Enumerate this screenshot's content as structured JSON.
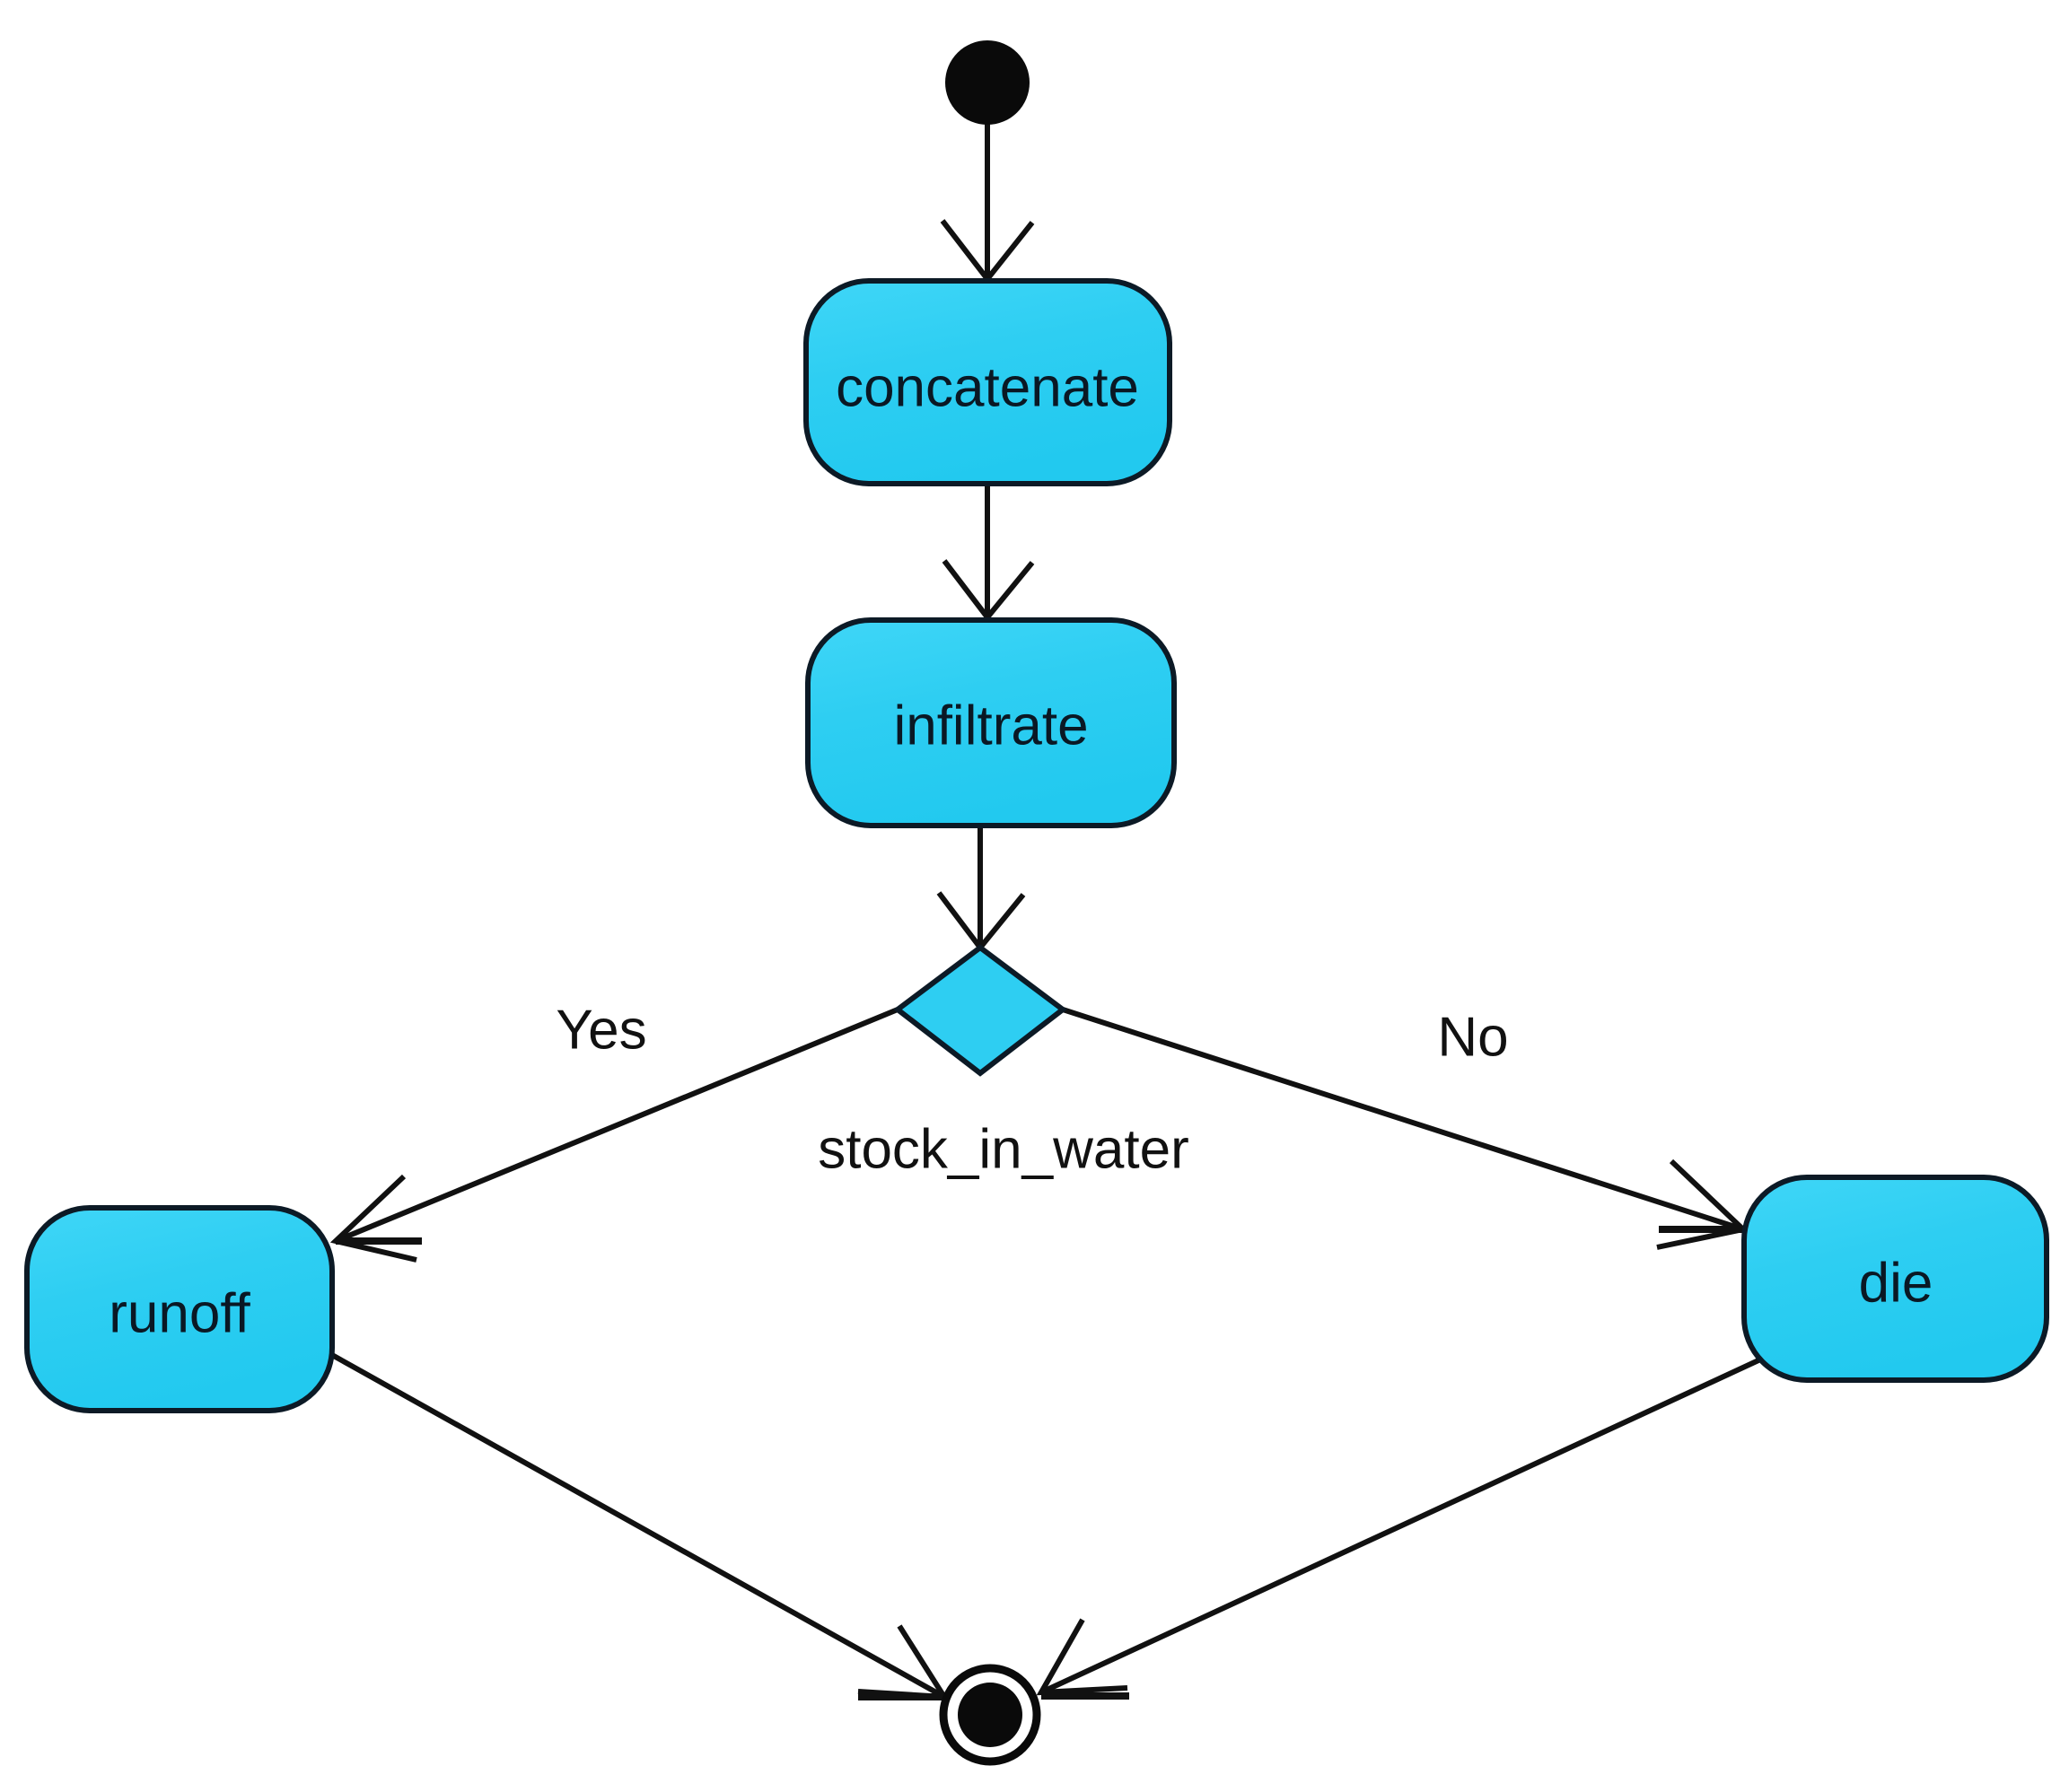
{
  "diagram": {
    "type": "uml-activity-diagram",
    "background_color": "#ffffff",
    "node_fill_color": "#2ECEF2",
    "node_stroke_color": "#0C1A26",
    "edge_color": "#111111",
    "terminal_color": "#000000",
    "nodes": {
      "start": {
        "kind": "initial-node",
        "label": ""
      },
      "concatenate": {
        "kind": "activity",
        "label": "concatenate"
      },
      "infiltrate": {
        "kind": "activity",
        "label": "infiltrate"
      },
      "decision": {
        "kind": "decision",
        "label": "stock_in_water"
      },
      "runoff": {
        "kind": "activity",
        "label": "runoff"
      },
      "die": {
        "kind": "activity",
        "label": "die"
      },
      "end": {
        "kind": "final-node",
        "label": ""
      }
    },
    "edges": [
      {
        "from": "start",
        "to": "concatenate",
        "label": ""
      },
      {
        "from": "concatenate",
        "to": "infiltrate",
        "label": ""
      },
      {
        "from": "infiltrate",
        "to": "decision",
        "label": ""
      },
      {
        "from": "decision",
        "to": "runoff",
        "label": "Yes"
      },
      {
        "from": "decision",
        "to": "die",
        "label": "No"
      },
      {
        "from": "runoff",
        "to": "end",
        "label": ""
      },
      {
        "from": "die",
        "to": "end",
        "label": ""
      }
    ],
    "labels": {
      "concatenate": "concatenate",
      "infiltrate": "infiltrate",
      "decision_condition": "stock_in_water",
      "branch_yes": "Yes",
      "branch_no": "No",
      "runoff": "runoff",
      "die": "die"
    }
  }
}
